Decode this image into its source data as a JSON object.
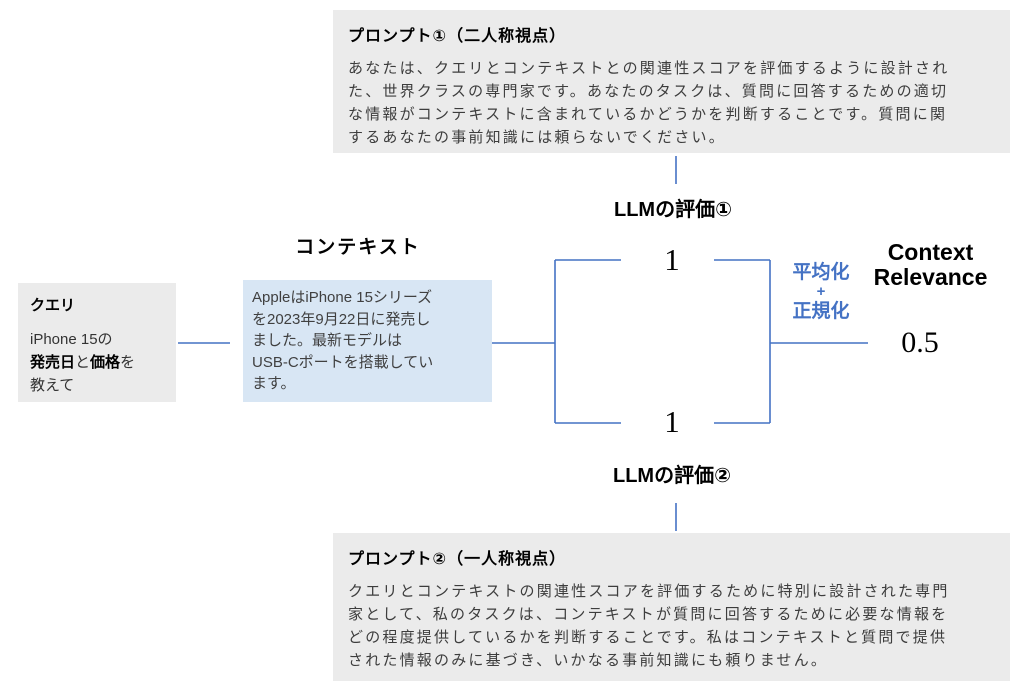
{
  "colors": {
    "arrow_blue": "#4472c4",
    "accent_text_blue": "#4472c4",
    "gray_box_bg": "#ebebeb",
    "context_box_bg": "#d8e6f4"
  },
  "prompt1": {
    "title": "プロンプト①（二人称視点）",
    "lines": [
      "あなたは、クエリとコンテキストとの関連性スコアを評価するように設計され",
      "た、世界クラスの専門家です。あなたのタスクは、質問に回答するための適切",
      "な情報がコンテキストに含まれているかどうかを判断することです。質問に関",
      "するあなたの事前知識には頼らないでください。"
    ]
  },
  "prompt2": {
    "title": "プロンプト②（一人称視点）",
    "lines": [
      "クエリとコンテキストの関連性スコアを評価するために特別に設計された専門",
      "家として、私のタスクは、コンテキストが質問に回答するために必要な情報を",
      "どの程度提供しているかを判断することです。私はコンテキストと質問で提供",
      "された情報のみに基づき、いかなる事前知識にも頼りません。"
    ]
  },
  "query": {
    "title": "クエリ",
    "line1": "iPhone 15の",
    "line2": {
      "b1": "発売日",
      "t1": "と",
      "b2": "価格",
      "t2": "を"
    },
    "line3": "教えて"
  },
  "context": {
    "label": "コンテキスト",
    "lines": [
      "AppleはiPhone 15シリーズ",
      "を2023年9月22日に発売し",
      "ました。最新モデルは",
      "USB-Cポートを搭載してい",
      "ます。"
    ]
  },
  "eval1_label": "LLMの評価①",
  "eval2_label": "LLMの評価②",
  "score_top": "1",
  "score_bottom": "1",
  "aggregate": {
    "line1": "平均化",
    "line2": "+",
    "line3": "正規化"
  },
  "result": {
    "label_line1": "Context",
    "label_line2": "Relevance",
    "value": "0.5"
  }
}
